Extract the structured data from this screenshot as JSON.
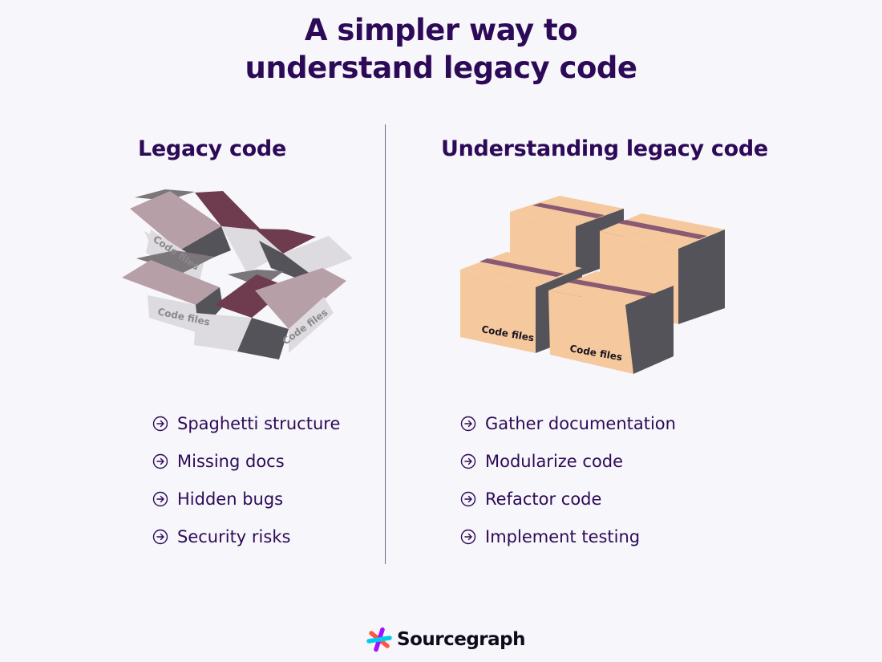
{
  "title": {
    "line1": "A simpler way to",
    "line2": "understand legacy code"
  },
  "left": {
    "heading": "Legacy code",
    "box_labels": [
      "Code files",
      "Code files",
      "Code files"
    ],
    "items": [
      "Spaghetti structure",
      "Missing docs",
      "Hidden bugs",
      "Security risks"
    ]
  },
  "right": {
    "heading": "Understanding legacy code",
    "box_labels": [
      "Code files",
      "Code files"
    ],
    "items": [
      "Gather documentation",
      "Modularize code",
      "Refactor code",
      "Implement testing"
    ]
  },
  "brand": {
    "name": "Sourcegraph"
  },
  "icons": {
    "list_bullet": "arrow-circle-right-icon",
    "logo": "sourcegraph-logo-icon"
  },
  "colors": {
    "title": "#2d0a58",
    "box_tan": "#f5c99d",
    "box_tape": "#8a5a74",
    "box_dark": "#55535a",
    "messy_light": "#dddbe0",
    "messy_mauve": "#b69fa6",
    "messy_maroon": "#6e3c4e",
    "logo_cyan": "#00cbec",
    "logo_purple": "#a112ff",
    "logo_red": "#ff5543"
  }
}
